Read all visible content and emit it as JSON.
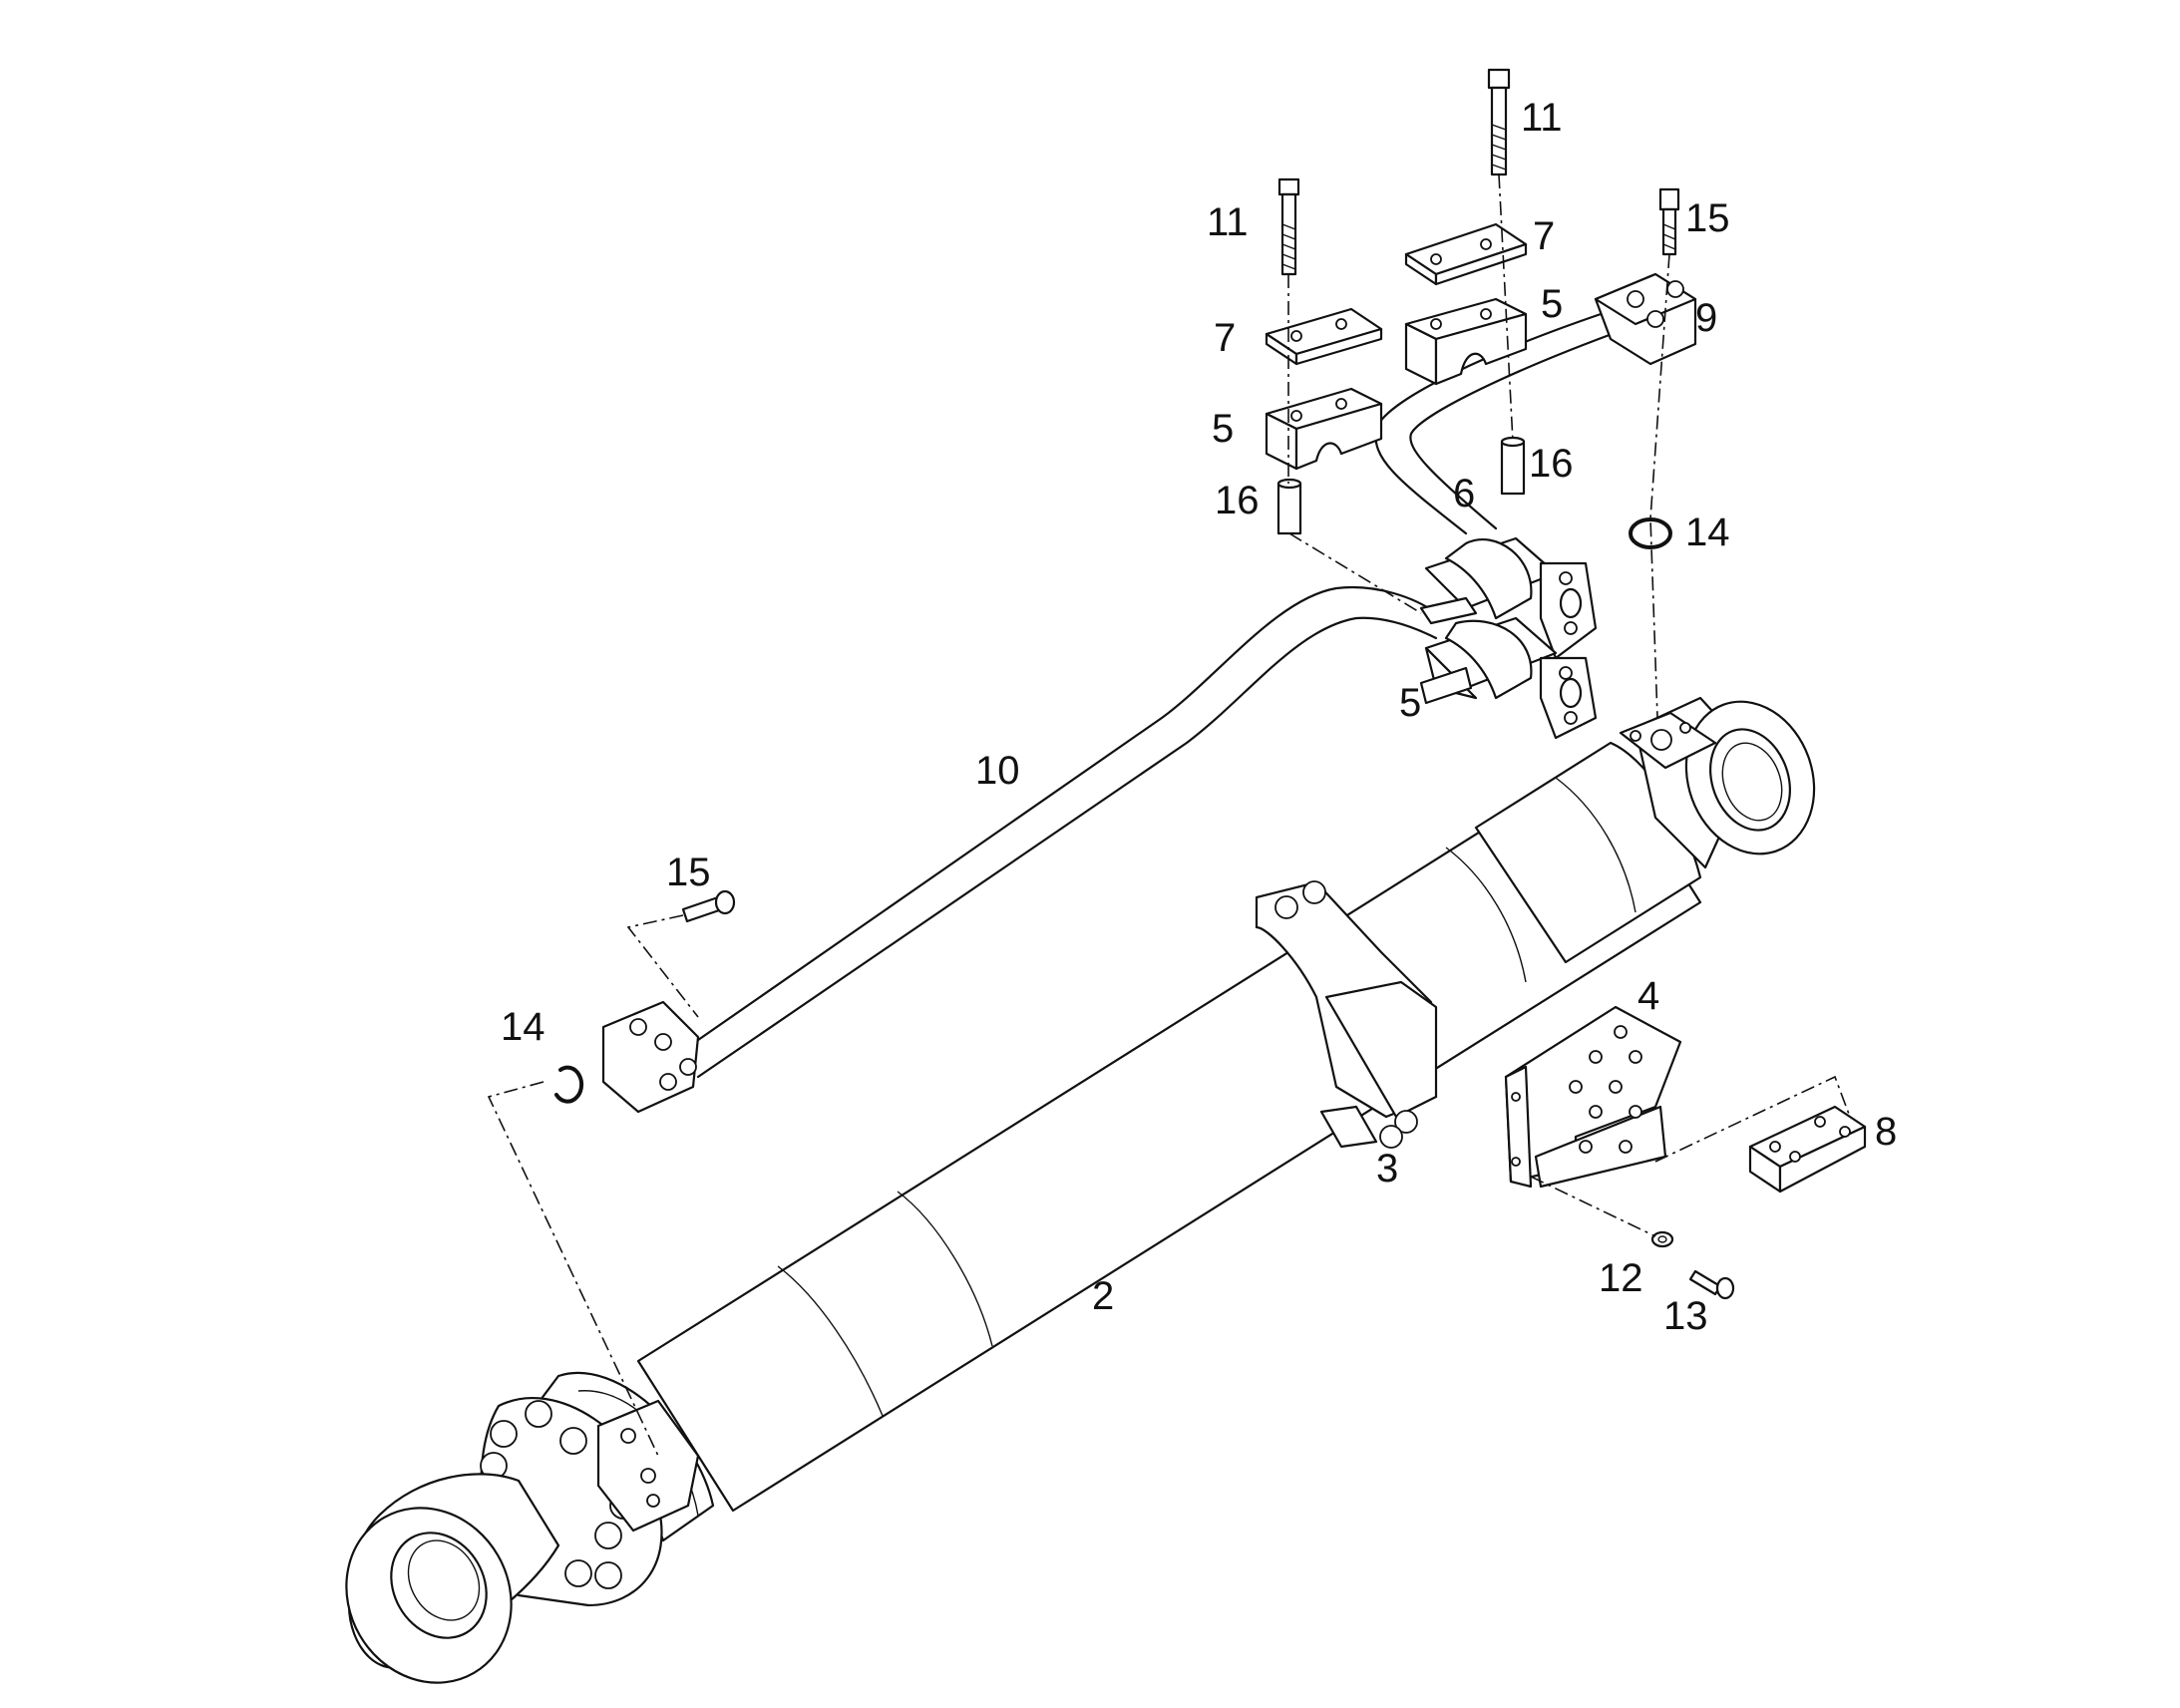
{
  "callouts": [
    {
      "id": "c2",
      "text": "2"
    },
    {
      "id": "c3",
      "text": "3"
    },
    {
      "id": "c4",
      "text": "4"
    },
    {
      "id": "c5a",
      "text": "5"
    },
    {
      "id": "c5b",
      "text": "5"
    },
    {
      "id": "c5c",
      "text": "5"
    },
    {
      "id": "c6",
      "text": "6"
    },
    {
      "id": "c7a",
      "text": "7"
    },
    {
      "id": "c7b",
      "text": "7"
    },
    {
      "id": "c8",
      "text": "8"
    },
    {
      "id": "c9",
      "text": "9"
    },
    {
      "id": "c10",
      "text": "10"
    },
    {
      "id": "c11a",
      "text": "11"
    },
    {
      "id": "c11b",
      "text": "11"
    },
    {
      "id": "c12",
      "text": "12"
    },
    {
      "id": "c13",
      "text": "13"
    },
    {
      "id": "c14a",
      "text": "14"
    },
    {
      "id": "c14b",
      "text": "14"
    },
    {
      "id": "c15a",
      "text": "15"
    },
    {
      "id": "c15b",
      "text": "15"
    },
    {
      "id": "c16a",
      "text": "16"
    },
    {
      "id": "c16b",
      "text": "16"
    }
  ]
}
